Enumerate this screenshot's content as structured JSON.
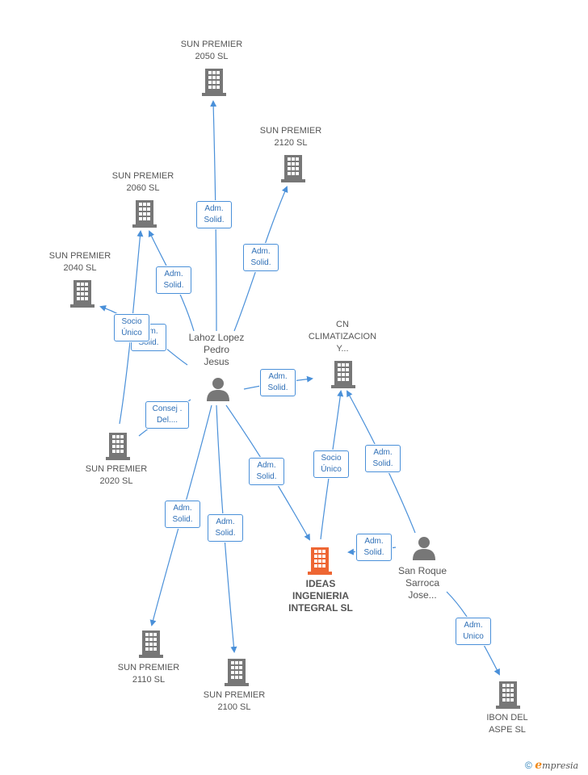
{
  "colors": {
    "edge": "#4a90d9",
    "building": "#777777",
    "focus": "#ee6633",
    "person": "#777777"
  },
  "nodes": {
    "sp2050": {
      "label": "SUN PREMIER\n2050 SL",
      "icon": "building-icon"
    },
    "sp2120": {
      "label": "SUN PREMIER\n2120 SL",
      "icon": "building-icon"
    },
    "sp2060": {
      "label": "SUN PREMIER\n2060 SL",
      "icon": "building-icon"
    },
    "sp2040": {
      "label": "SUN PREMIER\n2040 SL",
      "icon": "building-icon"
    },
    "sp2020": {
      "label": "SUN PREMIER\n2020 SL",
      "icon": "building-icon"
    },
    "sp2110": {
      "label": "SUN PREMIER\n2110 SL",
      "icon": "building-icon"
    },
    "sp2100": {
      "label": "SUN PREMIER\n2100 SL",
      "icon": "building-icon"
    },
    "cn": {
      "label": "CN\nCLIMATIZACION\nY...",
      "icon": "building-icon"
    },
    "ideas": {
      "label": "IDEAS\nINGENIERIA\nINTEGRAL  SL",
      "icon": "building-icon"
    },
    "ibon": {
      "label": "IBON DEL\nASPE SL",
      "icon": "building-icon"
    },
    "lahoz": {
      "label": "Lahoz Lopez\nPedro\nJesus",
      "icon": "person-icon"
    },
    "sanroque": {
      "label": "San Roque\nSarroca\nJose...",
      "icon": "person-icon"
    }
  },
  "edges": {
    "e_2050": "Adm.\nSolid.",
    "e_2120": "Adm.\nSolid.",
    "e_2060": "Adm.\nSolid.",
    "e_2040": "Adm.\nSolid.",
    "e_socio_unico_2060": "Socio\nÚnico",
    "e_consej": "Consej .\nDel....",
    "e_cn": "Adm.\nSolid.",
    "e_ideas": "Adm.\nSolid.",
    "e_2110": "Adm.\nSolid.",
    "e_2100": "Adm.\nSolid.",
    "e_socio_unico_cn": "Socio\nÚnico",
    "e_sanroque_cn": "Adm.\nSolid.",
    "e_sanroque_ideas": "Adm.\nSolid.",
    "e_ibon": "Adm.\nUnico"
  },
  "footer": {
    "copyright": "©",
    "brand_initial": "e",
    "brand_rest": "mpresia"
  }
}
